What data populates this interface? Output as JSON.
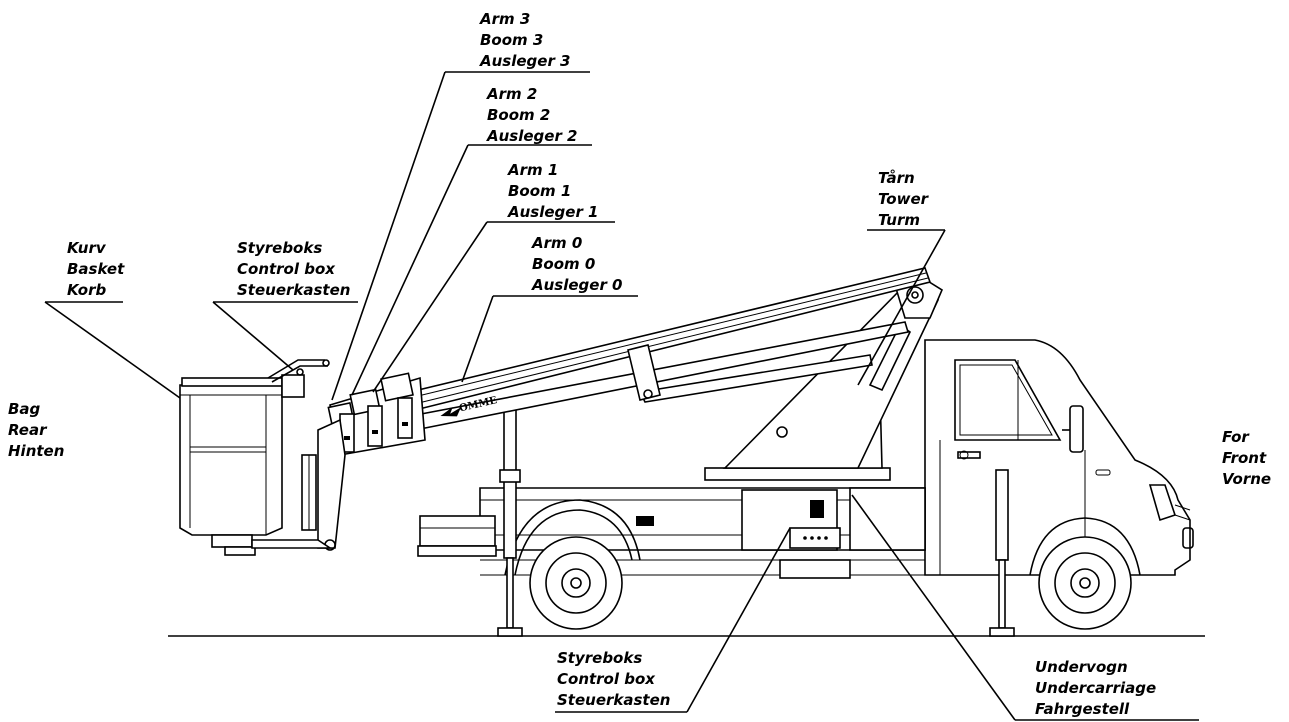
{
  "labels": {
    "arm3": [
      "Arm  3",
      "Boom  3",
      "Ausleger  3"
    ],
    "arm2": [
      "Arm  2",
      "Boom  2",
      "Ausleger  2"
    ],
    "arm1": [
      "Arm  1",
      "Boom  1",
      "Ausleger  1"
    ],
    "arm0": [
      "Arm  0",
      "Boom  0",
      "Ausleger  0"
    ],
    "tower": [
      "Tårn",
      "Tower",
      "Turm"
    ],
    "basket": [
      "Kurv",
      "Basket",
      "Korb"
    ],
    "control_box_top": [
      "Styreboks",
      "Control  box",
      "Steuerkasten"
    ],
    "rear": [
      "Bag",
      "Rear",
      "Hinten"
    ],
    "front": [
      "For",
      "Front",
      "Vorne"
    ],
    "control_box_bottom": [
      "Styreboks",
      "Control  box",
      "Steuerkasten"
    ],
    "undercarriage": [
      "Undervogn",
      "Undercarriage",
      "Fahrgestell"
    ]
  },
  "boom_logo": "OMME"
}
